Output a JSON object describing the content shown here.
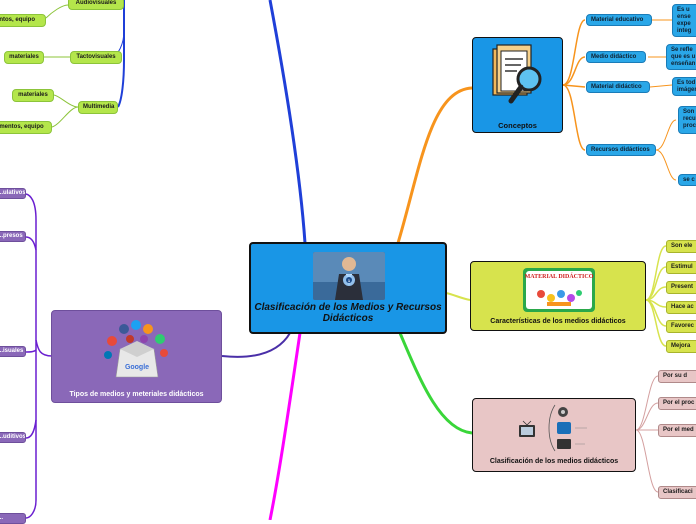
{
  "center": {
    "title": "Clasificación de los Medios y Recursos Didácticos"
  },
  "branches": {
    "conceptos": {
      "label": "Conceptos",
      "children": [
        {
          "label": "Material educativo",
          "detail": "Es u\nense\nexpe\ninteg"
        },
        {
          "label": "Medio didáctico",
          "detail": "Se refle\nque es u\nenseñan"
        },
        {
          "label": "Material didáctico",
          "detail": "Es tod\nimágen"
        },
        {
          "label": "Recursos didácticos",
          "detail": "Son\nrecu\nproc",
          "detail2": "se c"
        }
      ]
    },
    "caracteristicas": {
      "label": "Características de los medios didácticos",
      "image_text": "MATERIAL DIDÁCTICO",
      "children": [
        "Son ele",
        "Estimul",
        "Present",
        "Hace ac",
        "Favorec",
        "Mejora"
      ]
    },
    "clasificacion": {
      "label": "Clasificación de los medios didácticos",
      "children": [
        "Por su d",
        "Por el proc",
        "Por el med",
        "Clasificaci"
      ]
    },
    "tipos": {
      "label": "Tipos de medios y meteriales didácticos",
      "children": [
        "...ulativos",
        "...presos",
        "...isuales",
        "...uditivos",
        "..."
      ]
    },
    "left_top": {
      "items": [
        {
          "label": "Audiovisuales",
          "sub": "...entos, equipo"
        },
        {
          "label": "Tactovisuales",
          "sub": "materiales"
        },
        {
          "label": "Multimedia",
          "sub": "materiales",
          "sub2": "...amentos, equipo"
        }
      ]
    }
  },
  "colors": {
    "orange": "#f7941d",
    "lime": "#d7e34d",
    "green": "#7ed321",
    "magenta": "#ff00ff",
    "purple": "#6a1fd0",
    "blue": "#1f3fd8",
    "center_fill": "#1996e6"
  }
}
